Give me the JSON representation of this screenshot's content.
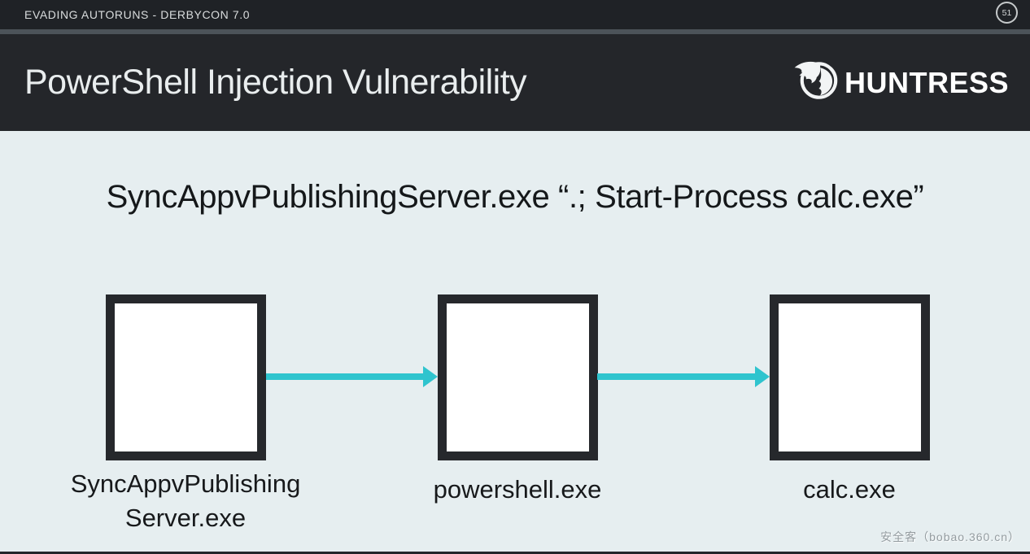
{
  "topbar": {
    "deck_title": "EVADING AUTORUNS - DERBYCON 7.0",
    "page_number": "51"
  },
  "header": {
    "title": "PowerShell Injection Vulnerability",
    "logo": {
      "text": "HUNTRESS",
      "icon": "huntress-artemis-icon"
    }
  },
  "content": {
    "command": "SyncAppvPublishingServer.exe “.; Start-Process calc.exe”",
    "flow": {
      "type": "process-flow",
      "nodes": [
        {
          "id": "syncappv",
          "lines": [
            "SyncAppvPublishing",
            "Server.exe"
          ]
        },
        {
          "id": "powershell",
          "lines": [
            "powershell.exe"
          ]
        },
        {
          "id": "calc",
          "lines": [
            "calc.exe"
          ]
        }
      ],
      "edges": [
        {
          "from": "syncappv",
          "to": "powershell"
        },
        {
          "from": "powershell",
          "to": "calc"
        }
      ]
    }
  },
  "watermark": "安全客（bobao.360.cn）",
  "colors": {
    "arrow": "#2fc4ce",
    "box_border": "#26282c",
    "box_fill": "#ffffff",
    "topbar_bg": "#1f2226",
    "accent_strip": "#4c5359",
    "header_bg": "#24262a",
    "content_bg": "#e6eef0",
    "title_color": "#e9edee"
  }
}
